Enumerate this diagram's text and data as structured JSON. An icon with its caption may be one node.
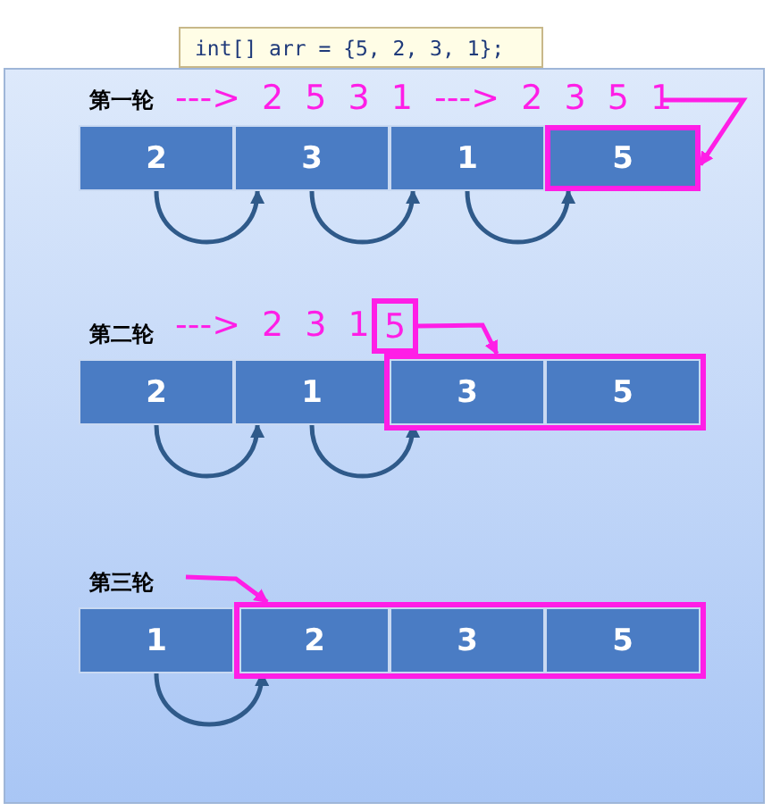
{
  "diagram": {
    "nodes": [
      {
        "text": [
          "int[] arr = {5, 2, 3, 1};"
        ]
      },
      {
        "text": [
          "---> 2 5 3 1 ---> 2 3 5 1"
        ]
      },
      {
        "text": [
          "2"
        ]
      },
      {
        "text": [
          "3"
        ]
      },
      {
        "text": [
          "1"
        ]
      },
      {
        "text": [
          "5"
        ]
      },
      {
        "text": [
          "5"
        ]
      },
      {
        "text": [
          "2"
        ]
      },
      {
        "text": [
          "1"
        ]
      },
      {
        "text": [],
        "shape": "box"
      },
      {
        "text": [
          "3"
        ],
        "in": 9
      },
      {
        "text": [
          "5"
        ],
        "in": 9
      },
      {
        "text": [
          "1"
        ]
      },
      {
        "text": [],
        "shape": "box"
      },
      {
        "text": [
          "2"
        ],
        "in": 13
      },
      {
        "text": [
          "3"
        ],
        "in": 13
      },
      {
        "text": [
          "5"
        ],
        "in": 13
      }
    ],
    "edges": [
      {
        "from": 1,
        "to": 5,
        "arrow": "to",
        "color": "#ff1ee6"
      },
      {
        "from": 2,
        "to": 3,
        "arrow": "to"
      },
      {
        "from": 3,
        "to": 4,
        "arrow": "to"
      },
      {
        "from": 4,
        "to": 5,
        "arrow": "to"
      },
      {
        "from": 6,
        "to": 9,
        "arrow": "to",
        "color": "#ff1ee6"
      },
      {
        "from": 7,
        "to": 8,
        "arrow": "to"
      },
      {
        "from": 8,
        "to": 10,
        "arrow": "to"
      },
      {
        "from": null,
        "to": 13,
        "arrow": "to",
        "color": "#ff1ee6"
      },
      {
        "from": 12,
        "to": 14,
        "arrow": "to"
      }
    ],
    "labels": [
      "第一轮",
      "第二轮",
      "---> 2 3 1",
      "第三轮"
    ]
  }
}
